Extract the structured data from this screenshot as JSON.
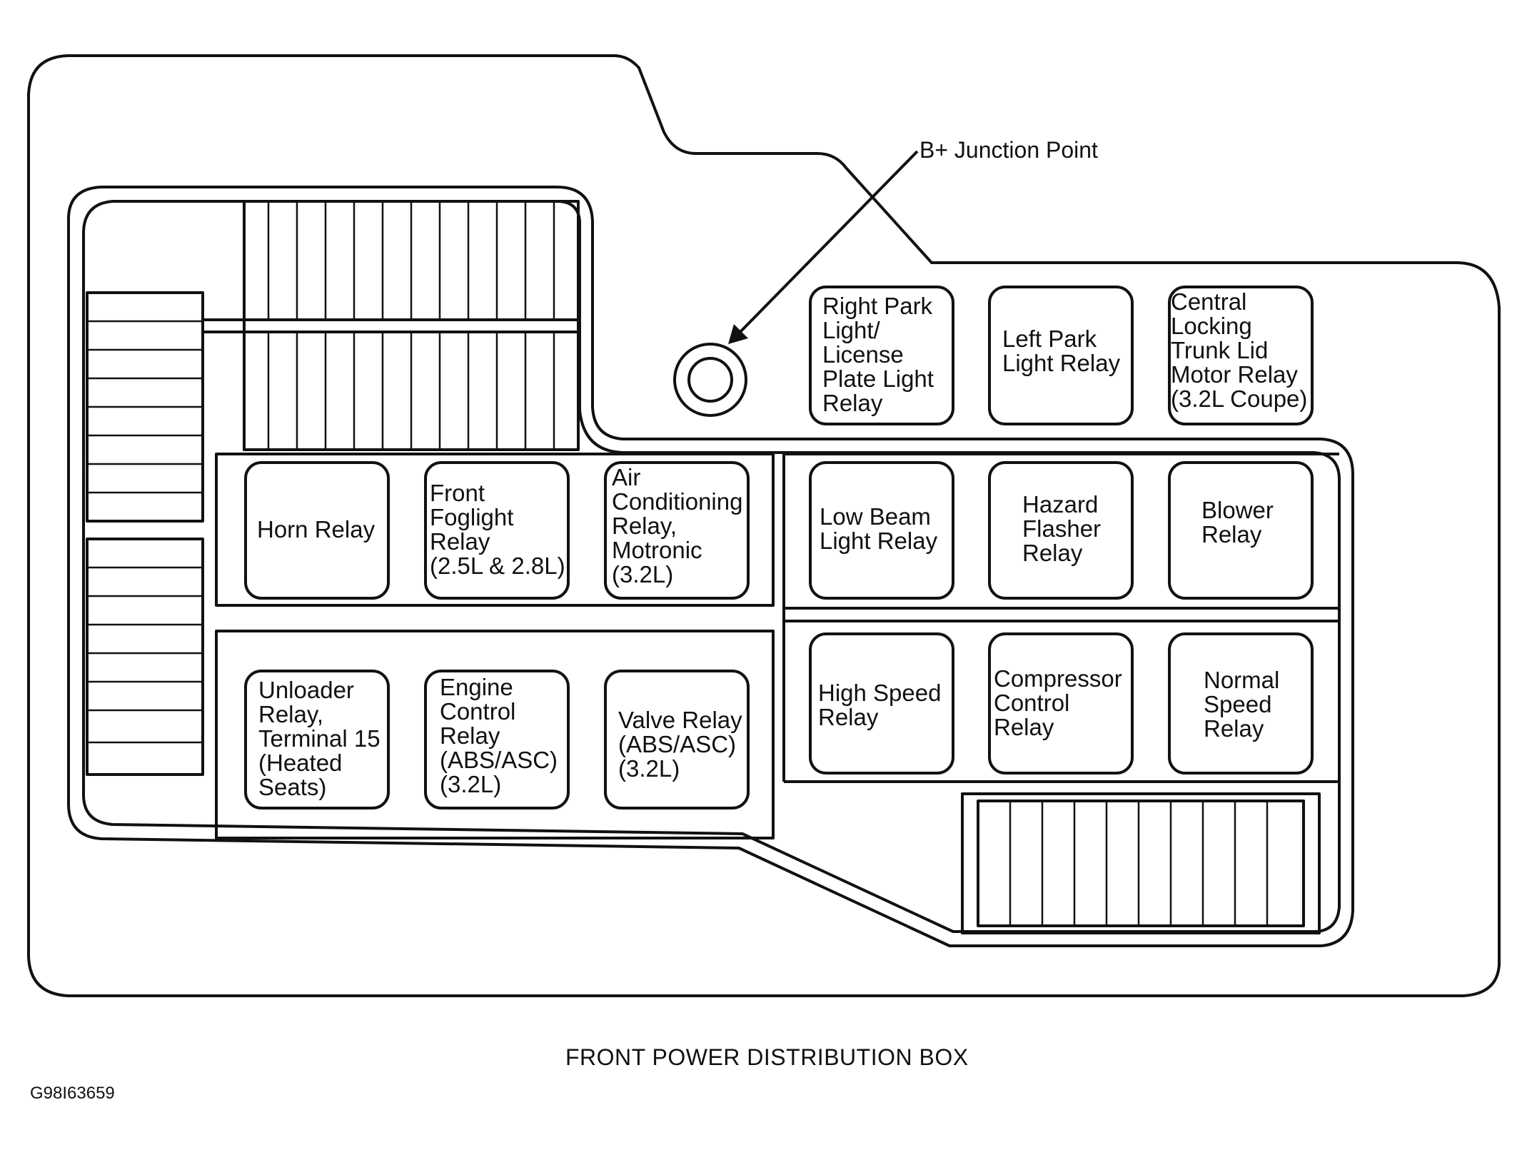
{
  "callout": {
    "label": "B+ Junction Point"
  },
  "caption": "FRONT POWER DISTRIBUTION BOX",
  "figure_id": "G98I63659",
  "relays": [
    {
      "id": "right-park-light-relay",
      "label": "Right Park\nLight/\nLicense\nPlate Light\nRelay"
    },
    {
      "id": "left-park-light-relay",
      "label": "Left Park\nLight Relay"
    },
    {
      "id": "central-locking-trunk-lid-motor-relay",
      "label": "Central\nLocking\nTrunk Lid\nMotor Relay\n(3.2L Coupe)"
    },
    {
      "id": "horn-relay",
      "label": "Horn Relay"
    },
    {
      "id": "front-foglight-relay",
      "label": "Front\nFoglight\nRelay\n(2.5L & 2.8L)"
    },
    {
      "id": "air-conditioning-relay",
      "label": "Air\nConditioning\nRelay,\nMotronic\n(3.2L)"
    },
    {
      "id": "low-beam-light-relay",
      "label": "Low Beam\nLight Relay"
    },
    {
      "id": "hazard-flasher-relay",
      "label": "Hazard\nFlasher\nRelay"
    },
    {
      "id": "blower-relay",
      "label": "Blower\nRelay"
    },
    {
      "id": "unloader-relay",
      "label": "Unloader\nRelay,\nTerminal 15\n(Heated\nSeats)"
    },
    {
      "id": "engine-control-relay",
      "label": "Engine\nControl\nRelay\n(ABS/ASC)\n(3.2L)"
    },
    {
      "id": "valve-relay",
      "label": "Valve Relay\n(ABS/ASC)\n(3.2L)"
    },
    {
      "id": "high-speed-relay",
      "label": "High Speed\nRelay"
    },
    {
      "id": "compressor-control-relay",
      "label": "Compressor\nControl\nRelay"
    },
    {
      "id": "normal-speed-relay",
      "label": "Normal\nSpeed\nRelay"
    }
  ]
}
